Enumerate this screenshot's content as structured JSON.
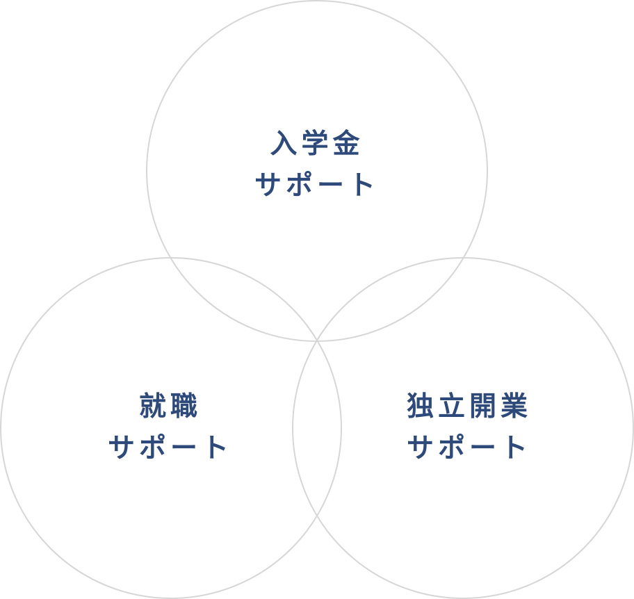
{
  "circles": [
    {
      "id": "entrance",
      "line1": "入学金",
      "line2": "サポート"
    },
    {
      "id": "employment",
      "line1": "就職",
      "line2": "サポート"
    },
    {
      "id": "independence",
      "line1": "独立開業",
      "line2": "サポート"
    }
  ],
  "colors": {
    "text": "#2e4a7a",
    "circle_stroke": "#d6d6d6",
    "background": "#ffffff"
  }
}
